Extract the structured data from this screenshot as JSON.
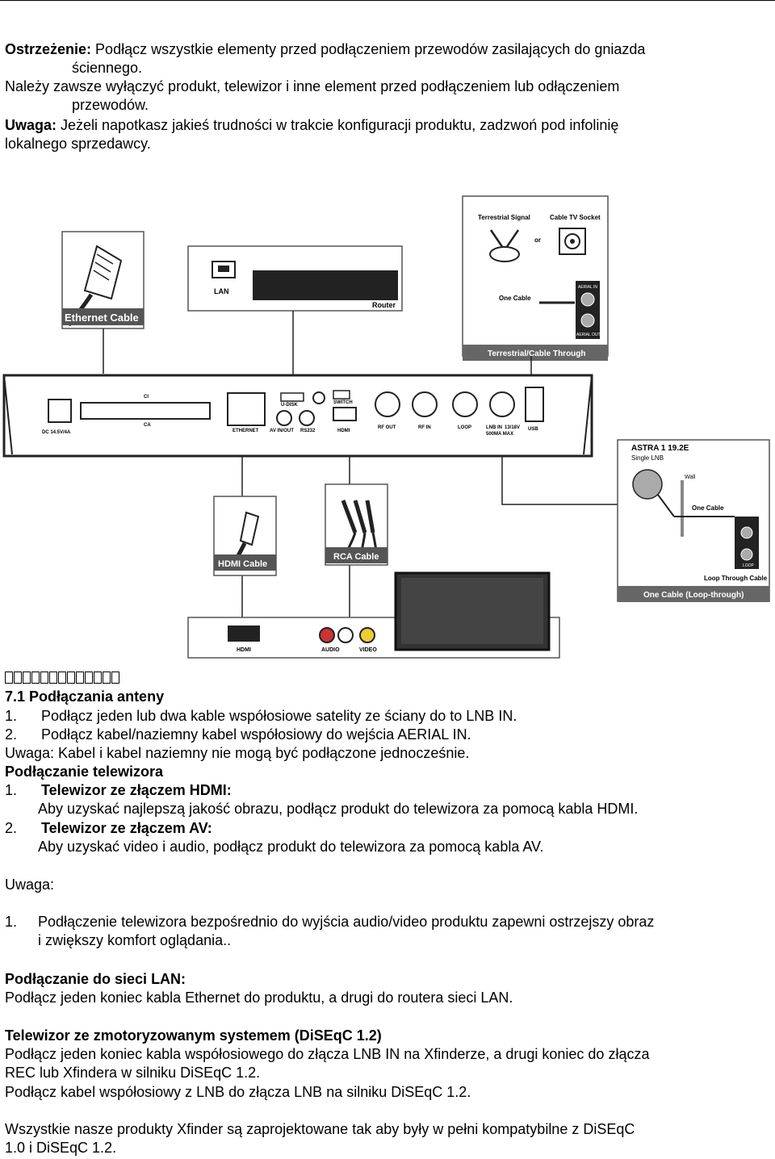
{
  "warnings": {
    "warning_label": "Ostrzeżenie:",
    "warning_text": " Podłącz wszystkie elementy przed podłączeniem przewodów zasilających do gniazda",
    "warning_text2": "ściennego.",
    "always_text": "Należy zawsze wyłączyć produkt, telewizor i inne element przed podłączeniem lub odłączeniem",
    "always_text2": "przewodów.",
    "note_label": "Uwaga:",
    "note_text": " Jeżeli napotkasz jakieś trudności w trakcie konfiguracji produktu, zadzwoń pod infolinię",
    "note_text2": "lokalnego sprzedawcy."
  },
  "diagram": {
    "ethernet_cable": "Ethernet Cable",
    "lan": "LAN",
    "router": "Router",
    "terrestrial_signal": "Terrestrial Signal",
    "cable_tv_socket": "Cable TV Socket",
    "or": "or",
    "one_cable": "One Cable",
    "aerial_in": "AERIAL IN",
    "aerial_out": "AERIAL OUT",
    "terrestrial_through": "Terrestrial/Cable Through",
    "ports": {
      "ci": "CI",
      "ca": "CA",
      "power": "DC 14.5V/4A",
      "udisk": "U-DISK",
      "switch": "SWITCH",
      "ethernet": "ETHERNET",
      "av": "AV IN/OUT",
      "rs232": "RS232",
      "hdmi": "HDMI",
      "rf_out": "RF OUT",
      "rf_in": "RF IN",
      "loop": "LOOP",
      "lnb_in": "LNB IN",
      "lnb_spec": "13/18V",
      "lnb_ma": "500MA MAX",
      "usb": "USB"
    },
    "astra": "ASTRA 1 19.2E",
    "single_lnb": "Single LNB",
    "wall": "Wall",
    "one_cable_right": "One Cable",
    "loop_through_cable": "Loop Through Cable",
    "loop_label": "LOOP",
    "one_cable_loop": "One Cable (Loop-through)",
    "hdmi_cable": "HDMI Cable",
    "rca_cable": "RCA Cable",
    "tv_hdmi": "HDMI",
    "tv_audio": "AUDIO",
    "tv_video": "VIDEO"
  },
  "section": {
    "heading": "7.1 Podłączania anteny",
    "item1_num": "1.",
    "item1": "Podłącz jeden lub dwa kable współosiowe satelity ze ściany do to LNB IN.",
    "item2_num": "2.",
    "item2": "Podłącz kabel/naziemny kabel współosiowy do wejścia AERIAL IN.",
    "uwaga_line": "Uwaga: Kabel i kabel naziemny nie mogą być podłączone jednocześnie.",
    "tv_heading": "Podłączanie telewizora",
    "tv1_num": "1.",
    "tv1_title": "Telewizor ze złączem HDMI:",
    "tv1_text": "Aby uzyskać najlepszą jakość obrazu, podłącz produkt do telewizora za pomocą kabla HDMI.",
    "tv2_num": "2.",
    "tv2_title": "Telewizor ze złączem AV:",
    "tv2_text": "Aby uzyskać video i audio, podłącz produkt do telewizora za pomocą kabla AV.",
    "uwaga2": "Uwaga:",
    "note1_num": "1.",
    "note1": "Podłączenie telewizora bezpośrednio do wyjścia audio/video produktu zapewni ostrzejszy obraz",
    "note1b": "i zwiększy komfort oglądania..",
    "lan_heading": "Podłączanie do sieci LAN:",
    "lan_text": "Podłącz jeden koniec kabla Ethernet do produktu, a drugi do routera sieci LAN.",
    "diseqc_heading": "Telewizor ze zmotoryzowanym systemem (DiSEqC 1.2)",
    "diseqc1": "Podłącz jeden koniec kabla współosiowego do złącza LNB IN na Xfinderze, a drugi koniec do złącza",
    "diseqc1b": "REC lub Xfindera w silniku DiSEqC 1.2.",
    "diseqc2": "Podłącz kabel współosiowy z LNB do złącza LNB na silniku DiSEqC 1.2.",
    "compat1": "Wszystkie nasze produkty Xfinder są zaprojektowane tak aby były w pełni kompatybilne z DiSEqC",
    "compat2": "1.0 i DiSEqC 1.2."
  }
}
